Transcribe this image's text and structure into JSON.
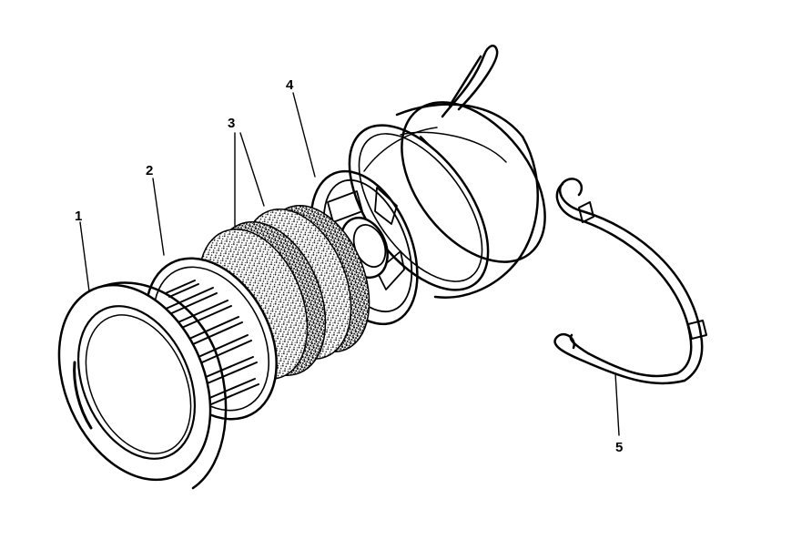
{
  "colors": {
    "ink": "#000000",
    "paper": "#ffffff"
  },
  "callouts": [
    {
      "label": "1"
    },
    {
      "label": "2"
    },
    {
      "label": "3"
    },
    {
      "label": "4"
    },
    {
      "label": "5"
    }
  ]
}
